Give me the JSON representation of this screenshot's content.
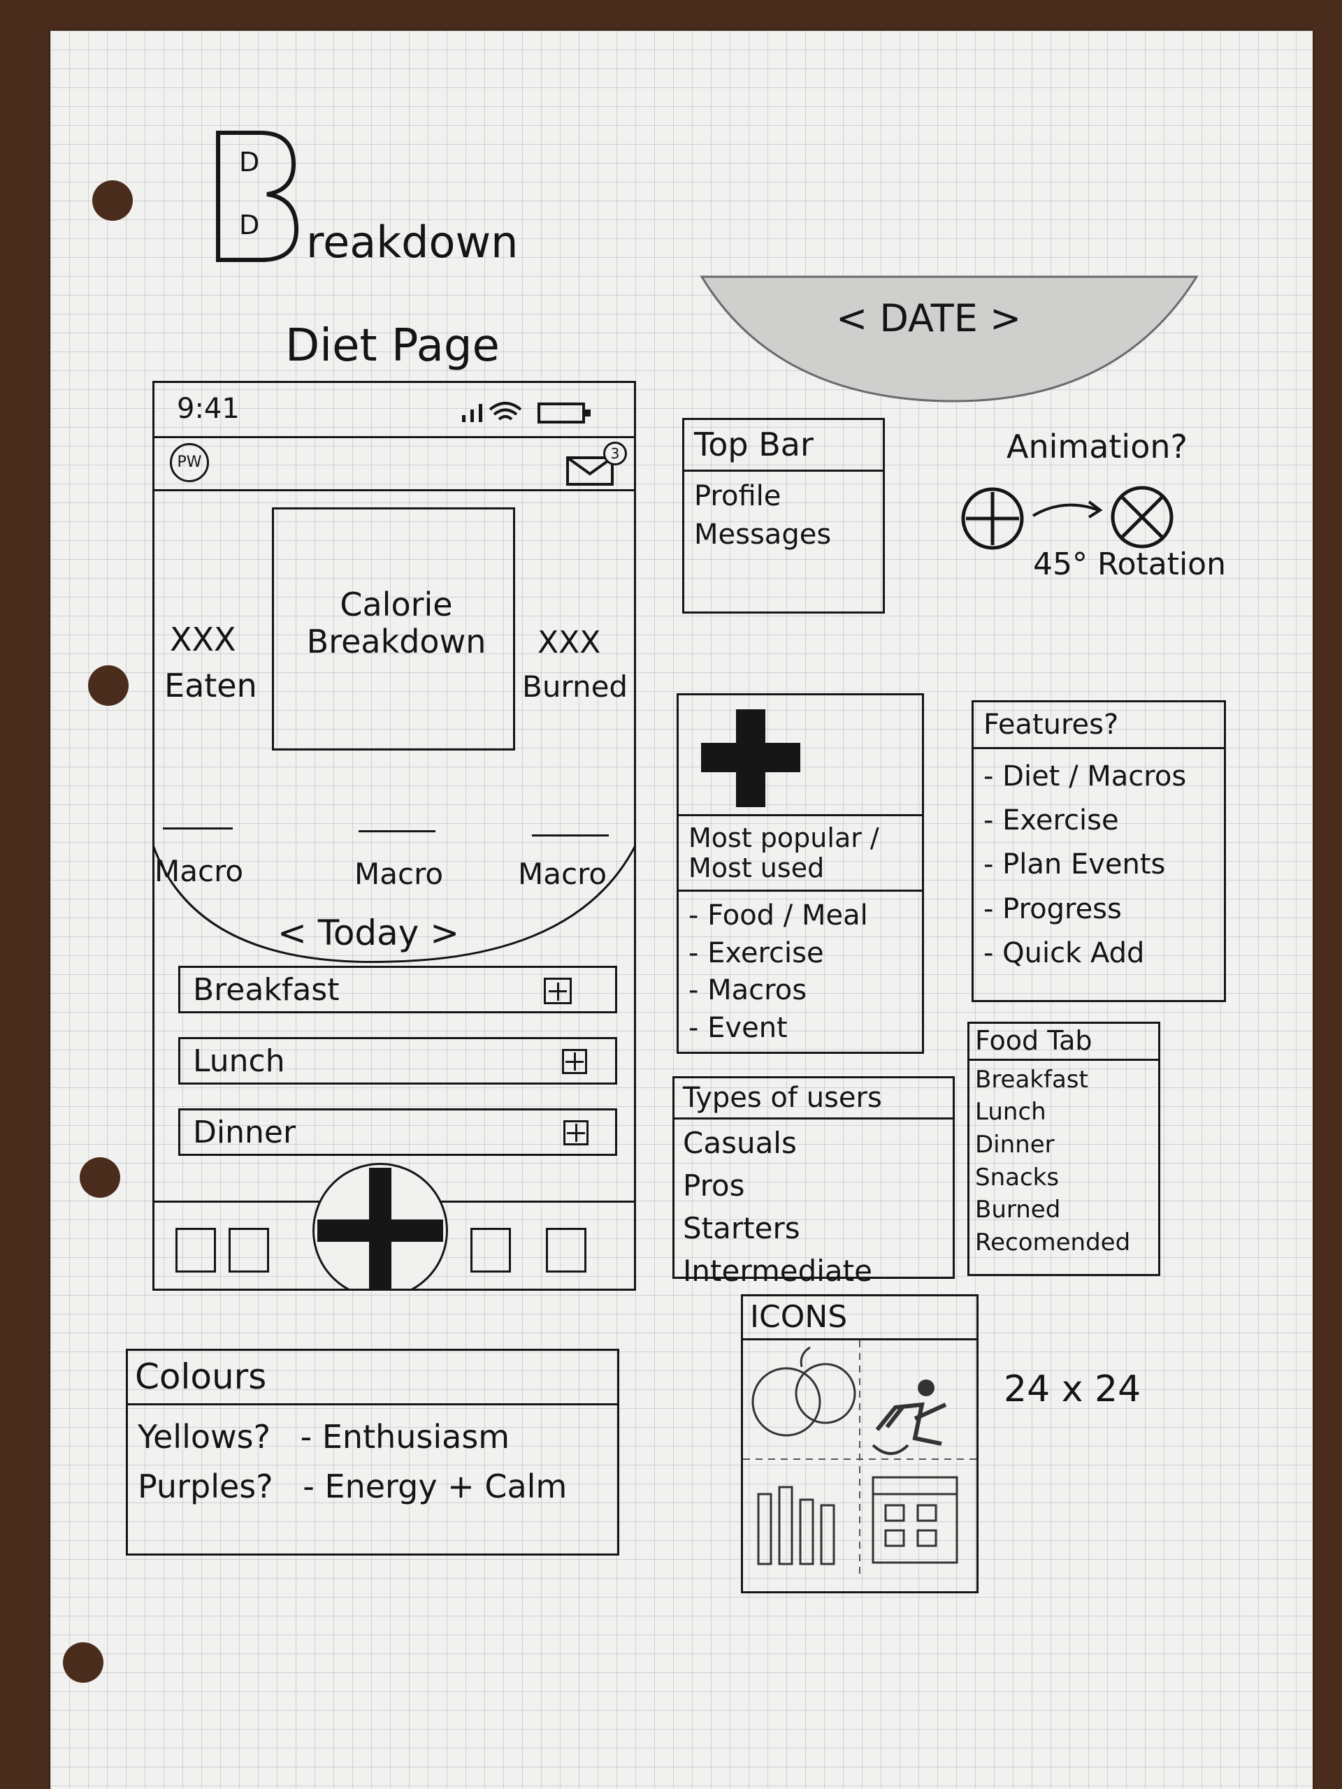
{
  "title": {
    "logo_letter": "B",
    "logo_inner_letters": [
      "D",
      "D"
    ],
    "rest": "reakdown"
  },
  "diet_page": {
    "label": "Diet Page",
    "status_time": "9:41",
    "avatar_text": "PW",
    "notification_count": "3",
    "calorie_breakdown": "Calorie\nBreakdown",
    "eaten_value": "XXX",
    "eaten_label": "Eaten",
    "burned_value": "XXX",
    "burned_label": "Burned",
    "macros": [
      "Macro",
      "Macro",
      "Macro"
    ],
    "today_label": "< Today >",
    "meals": [
      "Breakfast",
      "Lunch",
      "Dinner"
    ]
  },
  "date_header": "< DATE >",
  "top_bar": {
    "title": "Top Bar",
    "items": [
      "Profile",
      "Messages"
    ]
  },
  "animation": {
    "question": "Animation?",
    "rotation_label": "45° Rotation"
  },
  "quick_add_menu": {
    "header": "Most popular /\nMost used",
    "items": [
      "- Food / Meal",
      "- Exercise",
      "- Macros",
      "- Event"
    ]
  },
  "features": {
    "title": "Features?",
    "items": [
      "- Diet / Macros",
      "- Exercise",
      "- Plan Events",
      "- Progress",
      "- Quick Add"
    ]
  },
  "food_tab": {
    "title": "Food Tab",
    "items": [
      "Breakfast",
      "Lunch",
      "Dinner",
      "Snacks",
      "Burned",
      "Recomended"
    ]
  },
  "types_of_users": {
    "title": "Types of users",
    "items": [
      "Casuals",
      "Pros",
      "Starters",
      "Intermediate"
    ]
  },
  "icons": {
    "title": "ICONS",
    "size_note": "24 x 24"
  },
  "colours": {
    "title": "Colours",
    "rows": [
      {
        "name": "Yellows?",
        "meaning": "- Enthusiasm"
      },
      {
        "name": "Purples?",
        "meaning": "- Energy + Calm"
      }
    ]
  },
  "colors": {
    "ink": "#161616",
    "paper": "#f1f1ef",
    "grid": "#9aa0a6",
    "wood": "#4a2c1c"
  }
}
